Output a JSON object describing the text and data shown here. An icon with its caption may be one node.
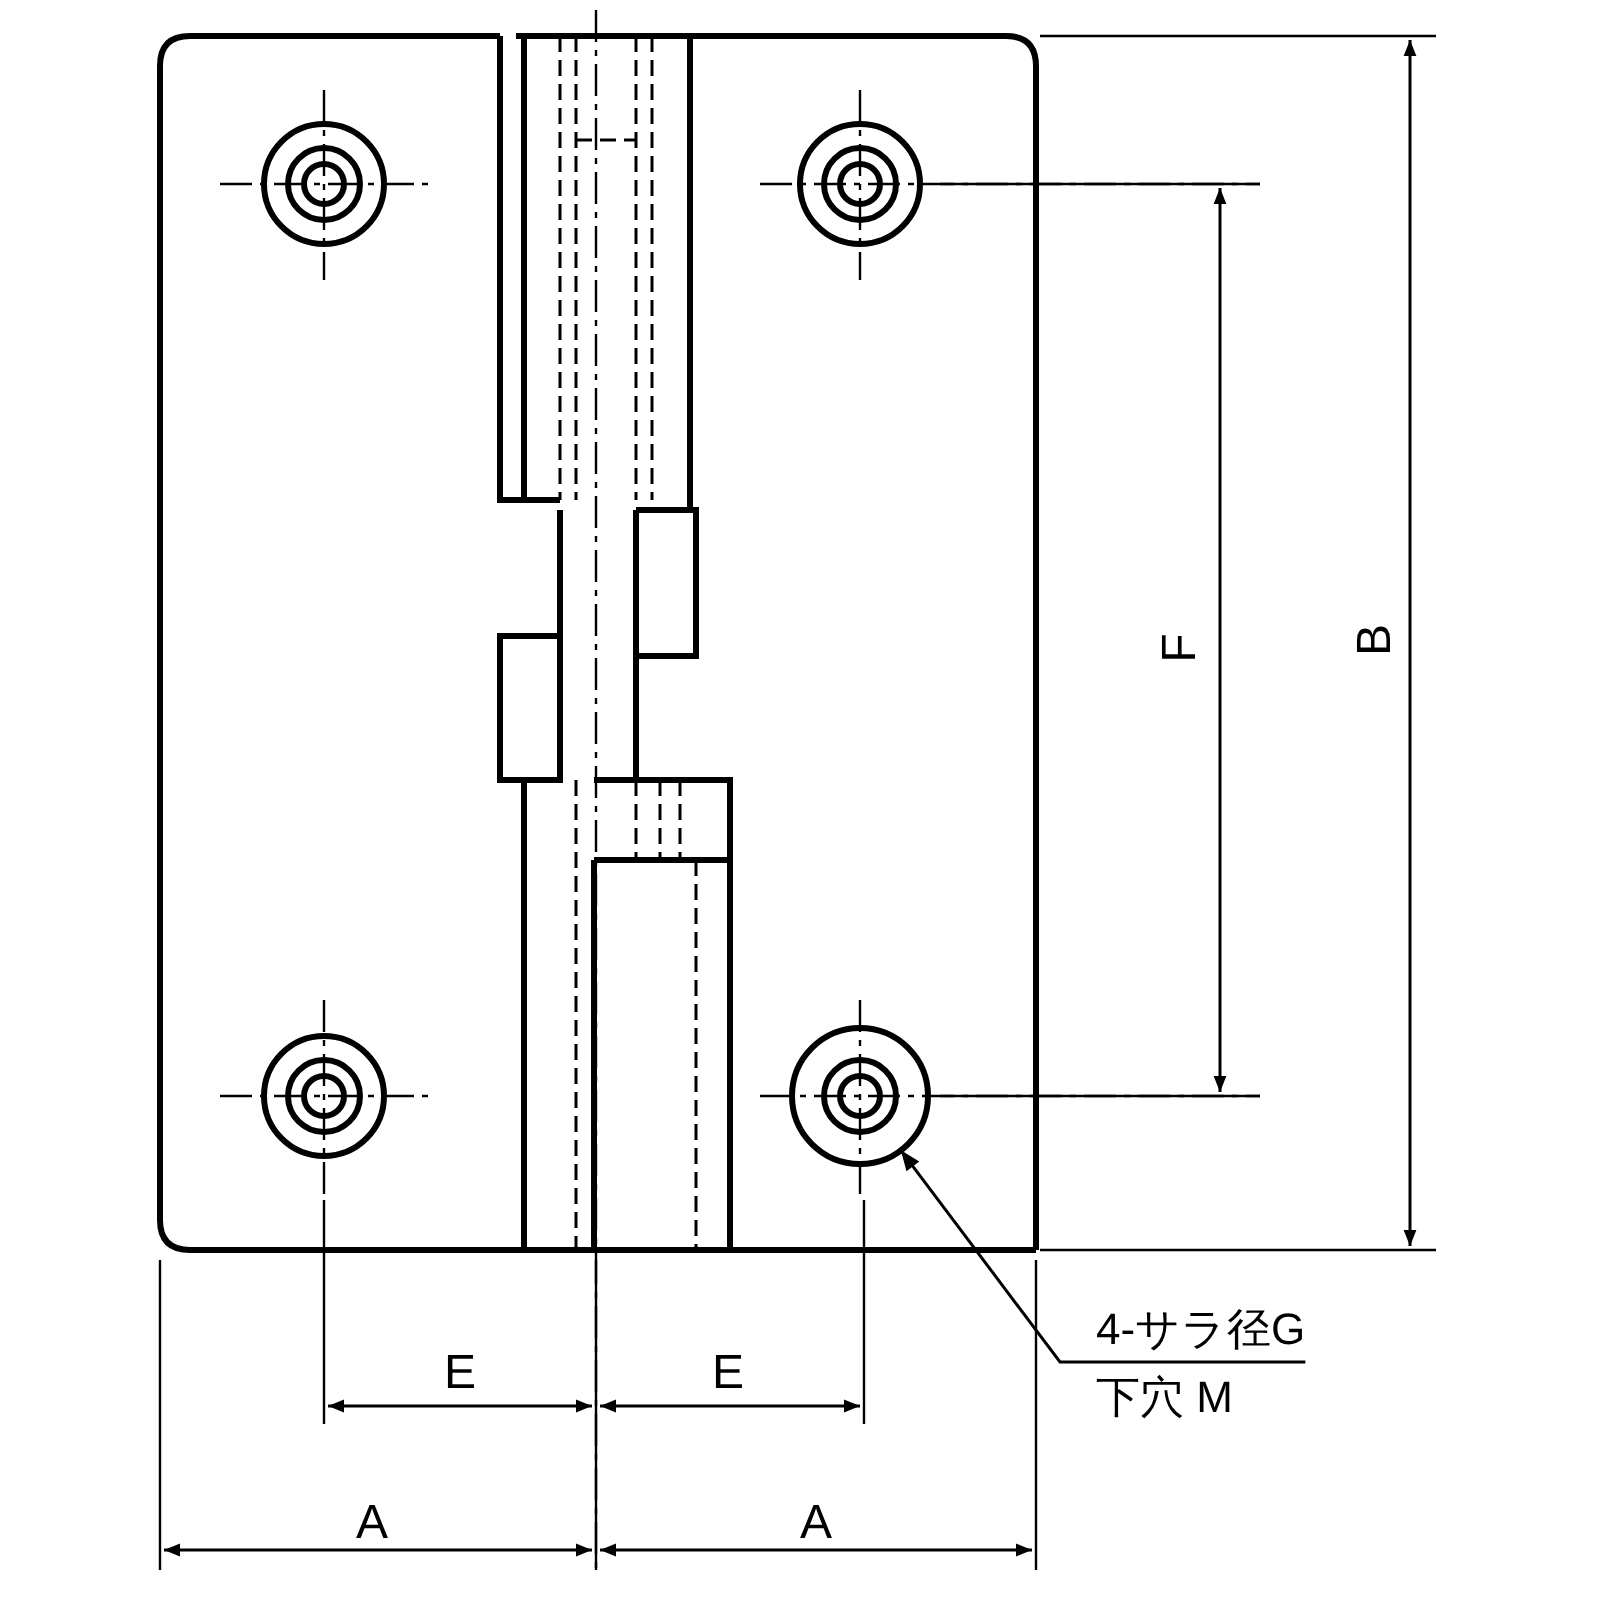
{
  "diagram": {
    "nodes": [
      {
        "text": [
          "4-サラ径G",
          "下穴 M"
        ]
      },
      {
        "text": [],
        "shape": "circle"
      }
    ],
    "edges": [
      {
        "from": 0,
        "to": 1,
        "arrow": "to"
      }
    ],
    "labels": [
      "F",
      "B",
      "E",
      "E",
      "A",
      "A"
    ]
  }
}
